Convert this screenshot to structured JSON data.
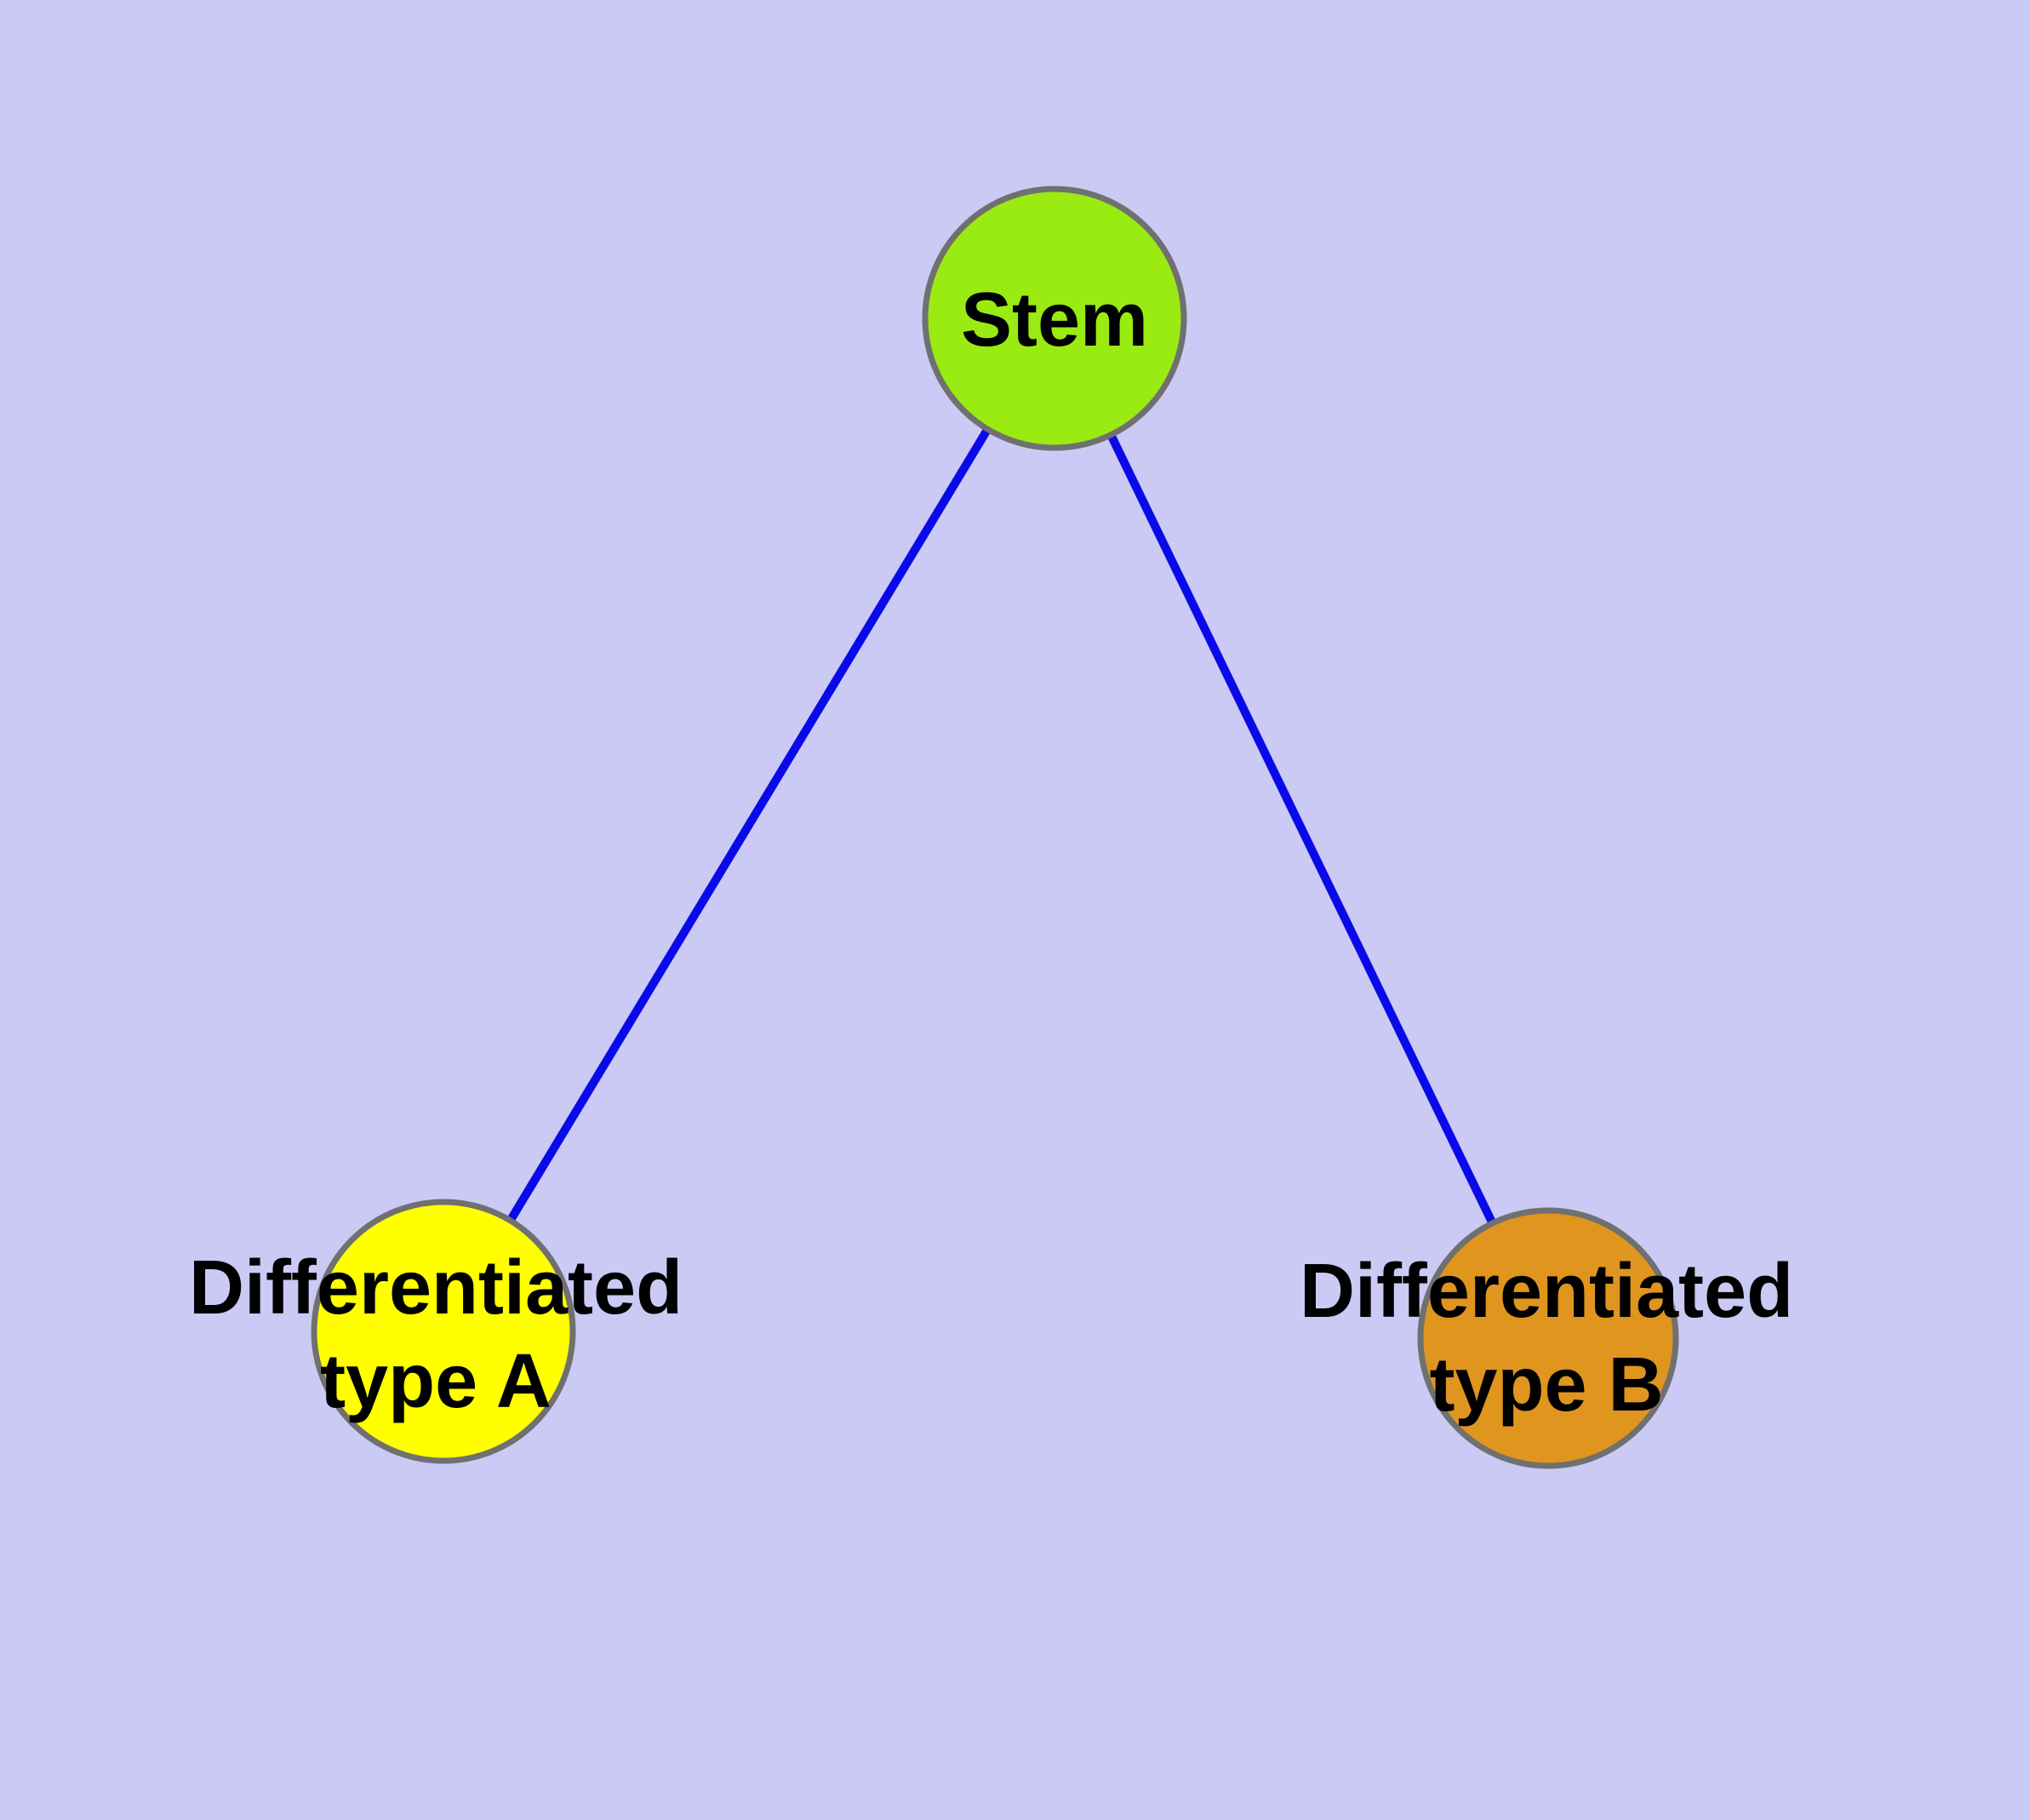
{
  "canvas": {
    "background": "#cacaf5",
    "node_stroke_color": "#707070"
  },
  "nodes": {
    "stem": {
      "label": "Stem",
      "fill": "#9aeb11"
    },
    "type_a": {
      "label_line1": "Differentiated",
      "label_line2": "type A",
      "fill": "#ffff00"
    },
    "type_b": {
      "label_line1": "Differentiated",
      "label_line2": "type B",
      "fill": "#e0951f"
    }
  },
  "edges": {
    "color": "#0a0ae8",
    "items": [
      {
        "from": "Stem",
        "to": "Differentiated type A"
      },
      {
        "from": "Stem",
        "to": "Differentiated type B"
      }
    ]
  }
}
